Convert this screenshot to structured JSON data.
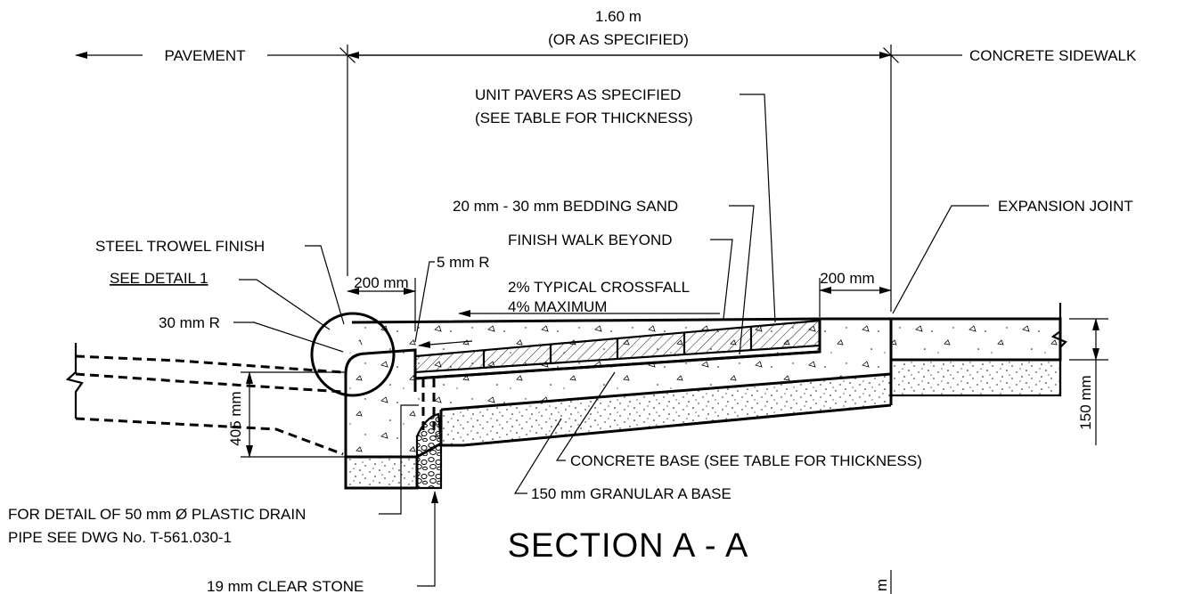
{
  "title": "SECTION  A - A",
  "dimensions": {
    "overall_width": "1.60 m",
    "overall_note": "(OR AS SPECIFIED)",
    "left_strip": "200 mm",
    "right_strip": "200 mm",
    "curb_height": "405 mm",
    "sidewalk_thickness": "150 mm",
    "bottom_partial": "m"
  },
  "labels": {
    "pavement": "PAVEMENT",
    "concrete_sidewalk": "CONCRETE SIDEWALK",
    "unit_pavers_1": "UNIT PAVERS AS SPECIFIED",
    "unit_pavers_2": "(SEE TABLE FOR THICKNESS)",
    "bedding_sand": "20 mm - 30 mm BEDDING SAND",
    "expansion_joint": "EXPANSION JOINT",
    "steel_trowel": "STEEL TROWEL FINISH",
    "finish_walk": "FINISH WALK BEYOND",
    "radius_5": "5 mm R",
    "see_detail": "SEE DETAIL 1",
    "crossfall_1": "2% TYPICAL CROSSFALL",
    "crossfall_2": "4% MAXIMUM",
    "radius_30": "30 mm R",
    "concrete_base": "CONCRETE BASE (SEE TABLE FOR THICKNESS)",
    "granular_base": "150 mm GRANULAR A BASE",
    "drain_1": "FOR DETAIL OF 50 mm Ø PLASTIC DRAIN",
    "drain_2": "PIPE SEE DWG No. T-561.030-1",
    "clear_stone": "19 mm CLEAR STONE"
  }
}
